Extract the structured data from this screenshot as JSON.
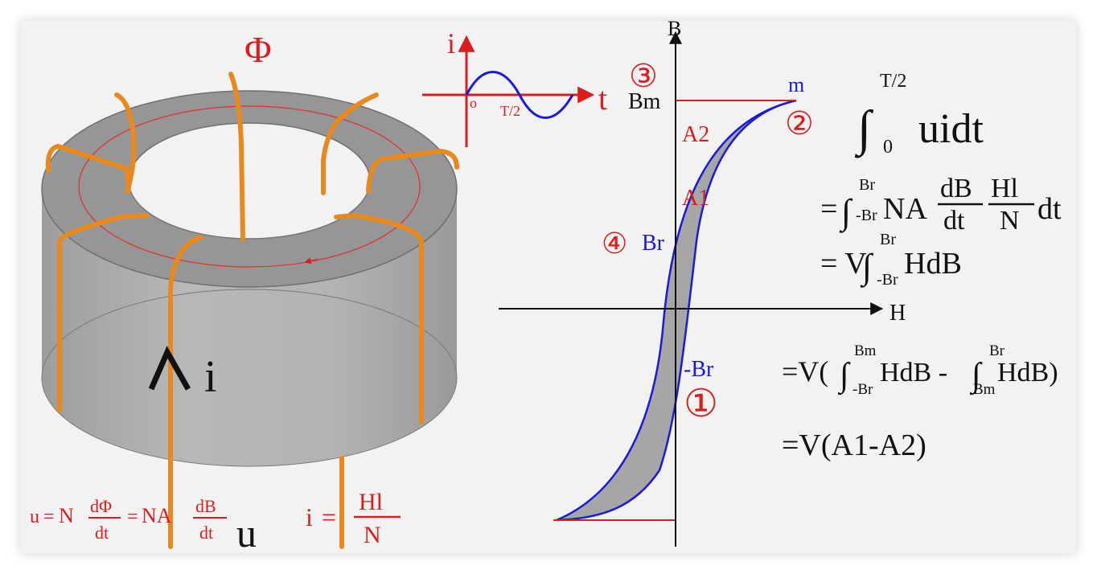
{
  "toroid": {
    "flux_symbol": "Φ",
    "current_symbol": "i",
    "voltage_symbol": "u",
    "voltage_eq": {
      "lhs": "u",
      "eq1": "=",
      "n": "N",
      "num1": "dΦ",
      "den1": "dt",
      "eq2": "=",
      "na": "NA",
      "num2": "dB",
      "den2": "dt"
    },
    "current_eq": {
      "lhs": "i",
      "eq": "=",
      "num": "Hl",
      "den": "N"
    }
  },
  "waveform": {
    "y_label": "i",
    "x_label": "t",
    "origin_label": "o",
    "half_period_label": "T/2"
  },
  "hysteresis": {
    "x_axis_label": "H",
    "y_axis_label": "B",
    "bm_label": "Bm",
    "m_label": "m",
    "br_label": "Br",
    "neg_br_label": "-Br",
    "a1_label": "A1",
    "a2_label": "A2",
    "points": [
      "①",
      "②",
      "③",
      "④"
    ],
    "colors": {
      "curve": "#1a1ad8",
      "fill": "#a6a6a6",
      "accent": "#d81e1e",
      "coil": "#e8891e"
    }
  },
  "derivation": {
    "line1": {
      "int_sign": "∫",
      "upper": "T/2",
      "lower": "0",
      "body": "uidt"
    },
    "line2": {
      "eq": "=",
      "int_sign": "∫",
      "upper": "Br",
      "lower": "-Br",
      "na": "NA",
      "num1": "dB",
      "den1": "dt",
      "num2": "Hl",
      "den2": "N",
      "tail": "dt"
    },
    "line3": {
      "eq": "= V",
      "int_sign": "∫",
      "upper": "Br",
      "lower": "-Br",
      "body": "HdB"
    },
    "line4": {
      "pre": "=V(",
      "int1": "∫",
      "upper1": "Bm",
      "lower1": "-Br",
      "body1": "HdB -",
      "int2": "∫",
      "upper2": "Br",
      "lower2": "Bm",
      "body2": "HdB)"
    },
    "line5": {
      "text": "=V(A1-A2)"
    }
  }
}
